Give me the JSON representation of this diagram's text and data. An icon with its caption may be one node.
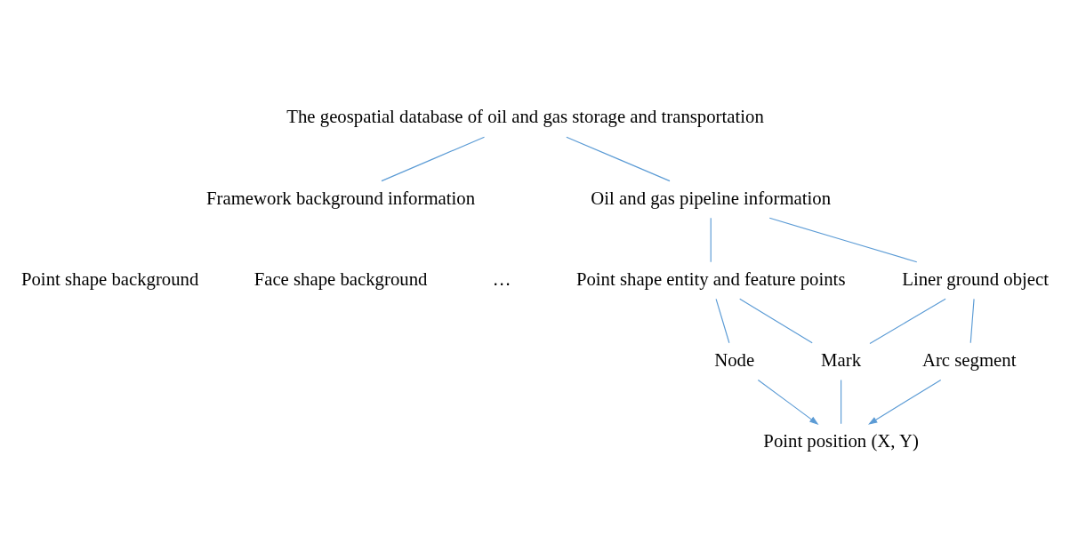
{
  "diagram": {
    "nodes": [
      {
        "text": [
          "The geospatial database of oil and gas storage and transportation"
        ]
      },
      {
        "text": [
          "Framework background information"
        ]
      },
      {
        "text": [
          "Oil and gas pipeline information"
        ]
      },
      {
        "text": [
          "Point shape entity and feature points"
        ]
      },
      {
        "text": [
          "Liner ground object"
        ]
      },
      {
        "text": [
          "Node"
        ]
      },
      {
        "text": [
          "Mark"
        ]
      },
      {
        "text": [
          "Arc segment"
        ]
      },
      {
        "text": [
          "Point position (X, Y)"
        ]
      }
    ],
    "edges": [
      {
        "from": 0,
        "to": 1,
        "arrow": "none"
      },
      {
        "from": 0,
        "to": 2,
        "arrow": "none"
      },
      {
        "from": 2,
        "to": 3,
        "arrow": "none"
      },
      {
        "from": 2,
        "to": 4,
        "arrow": "none"
      },
      {
        "from": 3,
        "to": 5,
        "arrow": "none"
      },
      {
        "from": 3,
        "to": 6,
        "arrow": "none"
      },
      {
        "from": 4,
        "to": 6,
        "arrow": "none"
      },
      {
        "from": 4,
        "to": 7,
        "arrow": "none"
      },
      {
        "from": 5,
        "to": 8,
        "arrow": "to"
      },
      {
        "from": 6,
        "to": 8,
        "arrow": "none"
      },
      {
        "from": 7,
        "to": 8,
        "arrow": "to"
      }
    ],
    "labels": [
      "Point shape background",
      "Face shape background",
      "…"
    ]
  }
}
